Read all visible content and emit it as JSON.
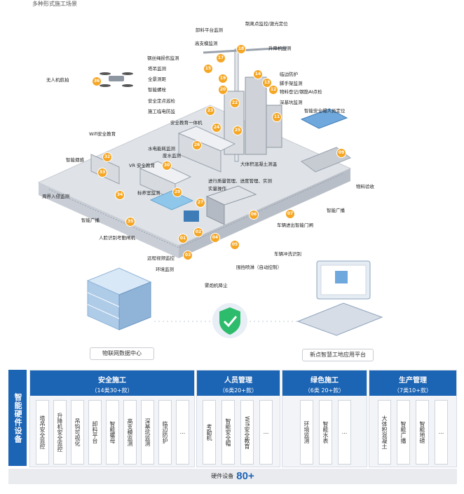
{
  "top_text": "多种形式施工场景",
  "colors": {
    "brand_blue": "#1c64b4",
    "marker_orange": "#f5a623",
    "ground": "#dfe3e8"
  },
  "scene_labels": [
    {
      "text": "制离点监控/激光定位",
      "n": ""
    },
    {
      "text": "卸料平台监测",
      "n": "17"
    },
    {
      "text": "高支模监测",
      "n": "18"
    },
    {
      "text": "升降机监测",
      "n": ""
    },
    {
      "text": "钢丝绳损伤监测",
      "n": "17"
    },
    {
      "text": "塔吊监测",
      "n": "15"
    },
    {
      "text": "全景测距",
      "n": "19"
    },
    {
      "text": "智能螺栓",
      "n": "20"
    },
    {
      "text": "安全定点巡检",
      "n": "22"
    },
    {
      "text": "施工临电防监",
      "n": "23"
    },
    {
      "text": "临边防护",
      "n": "14"
    },
    {
      "text": "脚手架监测",
      "n": "13"
    },
    {
      "text": "物料登记/钢筋AI点检",
      "n": "12"
    },
    {
      "text": "深基坑监测",
      "n": ""
    },
    {
      "text": "智能安全帽人员定位",
      "n": "11"
    },
    {
      "text": "安全教育一体机",
      "n": "24"
    },
    {
      "text": "无人机航拍",
      "n": "36"
    },
    {
      "text": "Wifi安全教育",
      "n": "32"
    },
    {
      "text": "智能烟感",
      "n": "33"
    },
    {
      "text": "水电能耗监测",
      "n": "26"
    },
    {
      "text": "废水监测",
      "n": ""
    },
    {
      "text": "VR 安全教育",
      "n": "30"
    },
    {
      "text": "大体积混凝土测温",
      "n": "25"
    },
    {
      "text": "周界入侵监测",
      "n": "34"
    },
    {
      "text": "标养室监测",
      "n": "29"
    },
    {
      "text": "进行质量管理、进度管理、实测实量操作",
      "n": "27"
    },
    {
      "text": "物料验收",
      "n": "09"
    },
    {
      "text": "智能广播",
      "n": "35"
    },
    {
      "text": "智能广播",
      "n": ""
    },
    {
      "text": "车辆进出智能门闸",
      "n": "07"
    },
    {
      "text": "人脸识别考勤闸机",
      "n": "01"
    },
    {
      "text": "远程视频监控",
      "n": "02"
    },
    {
      "text": "车辆冲洗识别",
      "n": "06"
    },
    {
      "text": "环境监测",
      "n": "03"
    },
    {
      "text": "围挡喷淋（自动控制）",
      "n": "05"
    },
    {
      "text": "雾炮机降尘",
      "n": "04"
    }
  ],
  "iot_center": "物联网数据中心",
  "app_platform": "新点智慧工地应用平台",
  "table": {
    "side_title": "智能硬件设备",
    "groups": [
      {
        "title": "安全施工",
        "sub": "（14类30+款）",
        "items": [
          "塔吊安全监控",
          "升降机安全监控",
          "吊钩可视化",
          "卸料平台",
          "智能螺母",
          "高支模监测",
          "深基坑监测",
          "临边防护",
          "..."
        ]
      },
      {
        "title": "人员管理",
        "sub": "（6类20+款）",
        "items": [
          "考勤机",
          "智能安全帽",
          "Wifi安全教育",
          "..."
        ]
      },
      {
        "title": "绿色施工",
        "sub": "（6类 20+款）",
        "items": [
          "环境监测",
          "智能水表",
          "..."
        ]
      },
      {
        "title": "生产管理",
        "sub": "（7类10+款）",
        "items": [
          "大体积混凝土",
          "智能广播",
          "智能地磅",
          "..."
        ]
      }
    ],
    "footer_label": "硬件设备",
    "footer_value": "80+"
  }
}
